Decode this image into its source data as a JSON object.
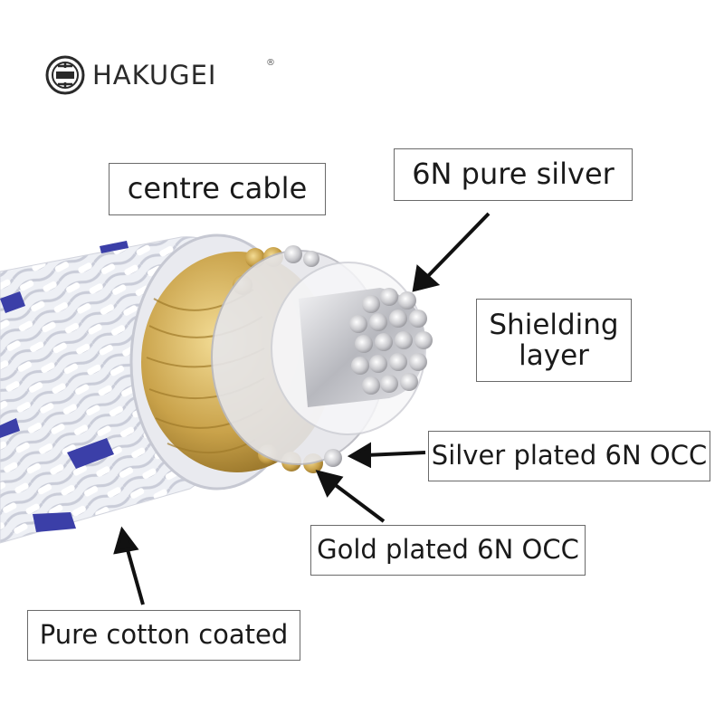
{
  "brand": {
    "name": "HAKUGEI",
    "registered_mark": "®",
    "mark_icon": "hakugei-seal-icon"
  },
  "labels": {
    "centre_cable": "centre cable",
    "pure_silver": "6N pure silver",
    "shielding_line1": "Shielding",
    "shielding_line2": "layer",
    "silver_plated": "Silver plated 6N OCC",
    "gold_plated": "Gold plated 6N OCC",
    "cotton": "Pure cotton coated"
  },
  "colors": {
    "braid_white": "#f2f3f7",
    "braid_blue": "#3b3fa8",
    "gold": "#c9a24a",
    "silver": "#c8c8cc"
  }
}
